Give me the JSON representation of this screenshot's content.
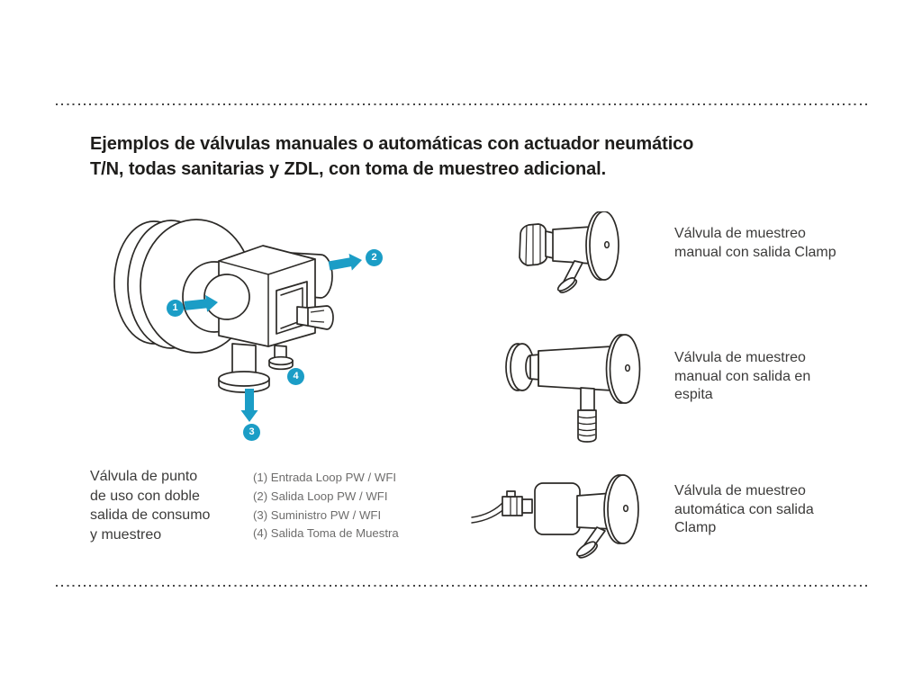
{
  "colors": {
    "accent": "#1b9dc6",
    "line_art": "#2c2a27",
    "heading_text": "#1e1d1b",
    "label_text": "#3c3b3a",
    "legend_text": "#6e6d6c"
  },
  "heading": {
    "lines": [
      "Ejemplos de válvulas manuales o automáticas con actuador neumático",
      "T/N, todas sanitarias y ZDL, con toma de muestreo adicional."
    ]
  },
  "main_figure": {
    "caption_lines": [
      "Válvula de punto",
      "de uso con doble",
      "salida de consumo",
      "y muestreo"
    ],
    "callouts": [
      "1",
      "2",
      "3",
      "4"
    ],
    "legend_lines": [
      "(1) Entrada Loop PW / WFI",
      "(2) Salida Loop PW / WFI",
      "(3) Suministro PW / WFI",
      "(4) Salida Toma de Muestra"
    ]
  },
  "side_figures": [
    {
      "label_lines": [
        "Válvula de muestreo",
        "manual con salida Clamp"
      ]
    },
    {
      "label_lines": [
        "Válvula de muestreo",
        "manual con salida en",
        "espita"
      ]
    },
    {
      "label_lines": [
        "Válvula de muestreo",
        "automática con salida",
        "Clamp"
      ]
    }
  ]
}
